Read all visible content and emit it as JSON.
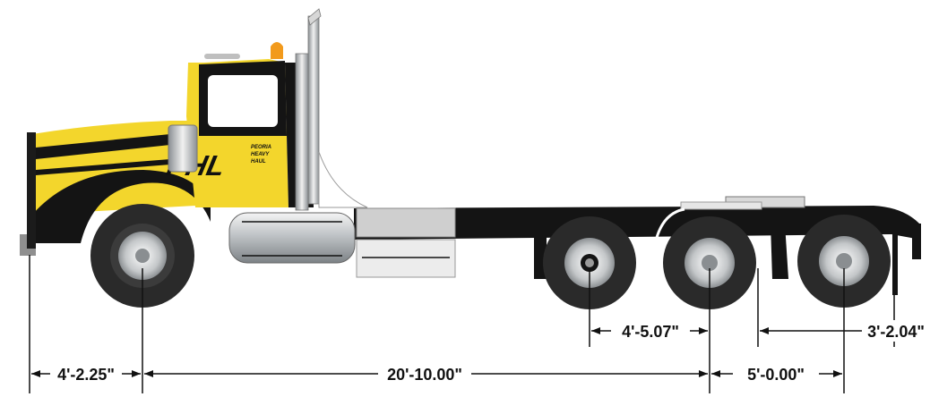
{
  "logo": {
    "initials": "PHL",
    "small_lines": [
      "PEORIA",
      "HEAVY",
      "HAUL"
    ]
  },
  "dimensions": {
    "front_overhang": "4'-2.25\"",
    "wheelbase": "20'-10.00\"",
    "axle_spread_1": "4'-5.07\"",
    "axle_spread_2": "5'-0.00\"",
    "rear_overhang": "3'-2.04\""
  },
  "colors": {
    "cab_yellow": "#f3d62c",
    "frame_black": "#141414",
    "chrome": "#cfd2d4",
    "beacon_amber": "#f29a1c",
    "tire": "#2a2a2a"
  }
}
